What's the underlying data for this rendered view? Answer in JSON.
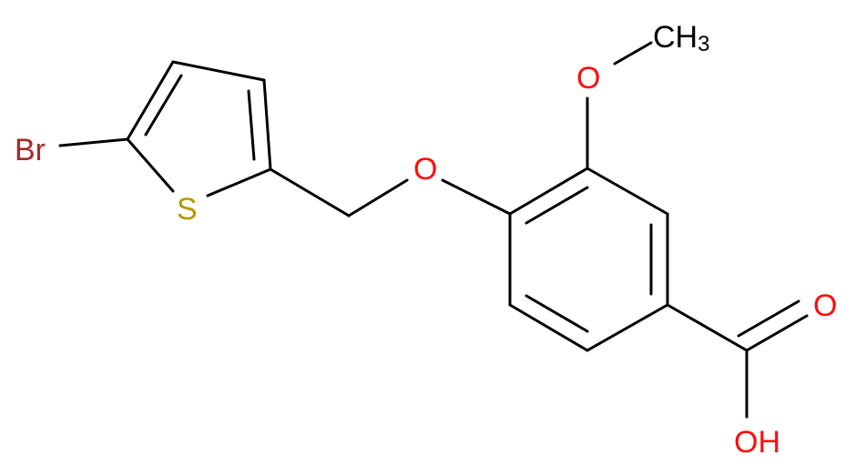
{
  "molecule": {
    "atoms": {
      "bromine": "Br",
      "sulfur": "S",
      "ether_oxygen": "O",
      "methoxy_oxygen": "O",
      "methyl": "CH",
      "methyl_subscript": "3",
      "carbonyl_oxygen": "O",
      "hydroxyl": "OH"
    },
    "colors": {
      "bond": "#000000",
      "bromine": "#a62929",
      "sulfur": "#b29900",
      "oxygen": "#ff0d0d",
      "carbon": "#000000"
    }
  }
}
